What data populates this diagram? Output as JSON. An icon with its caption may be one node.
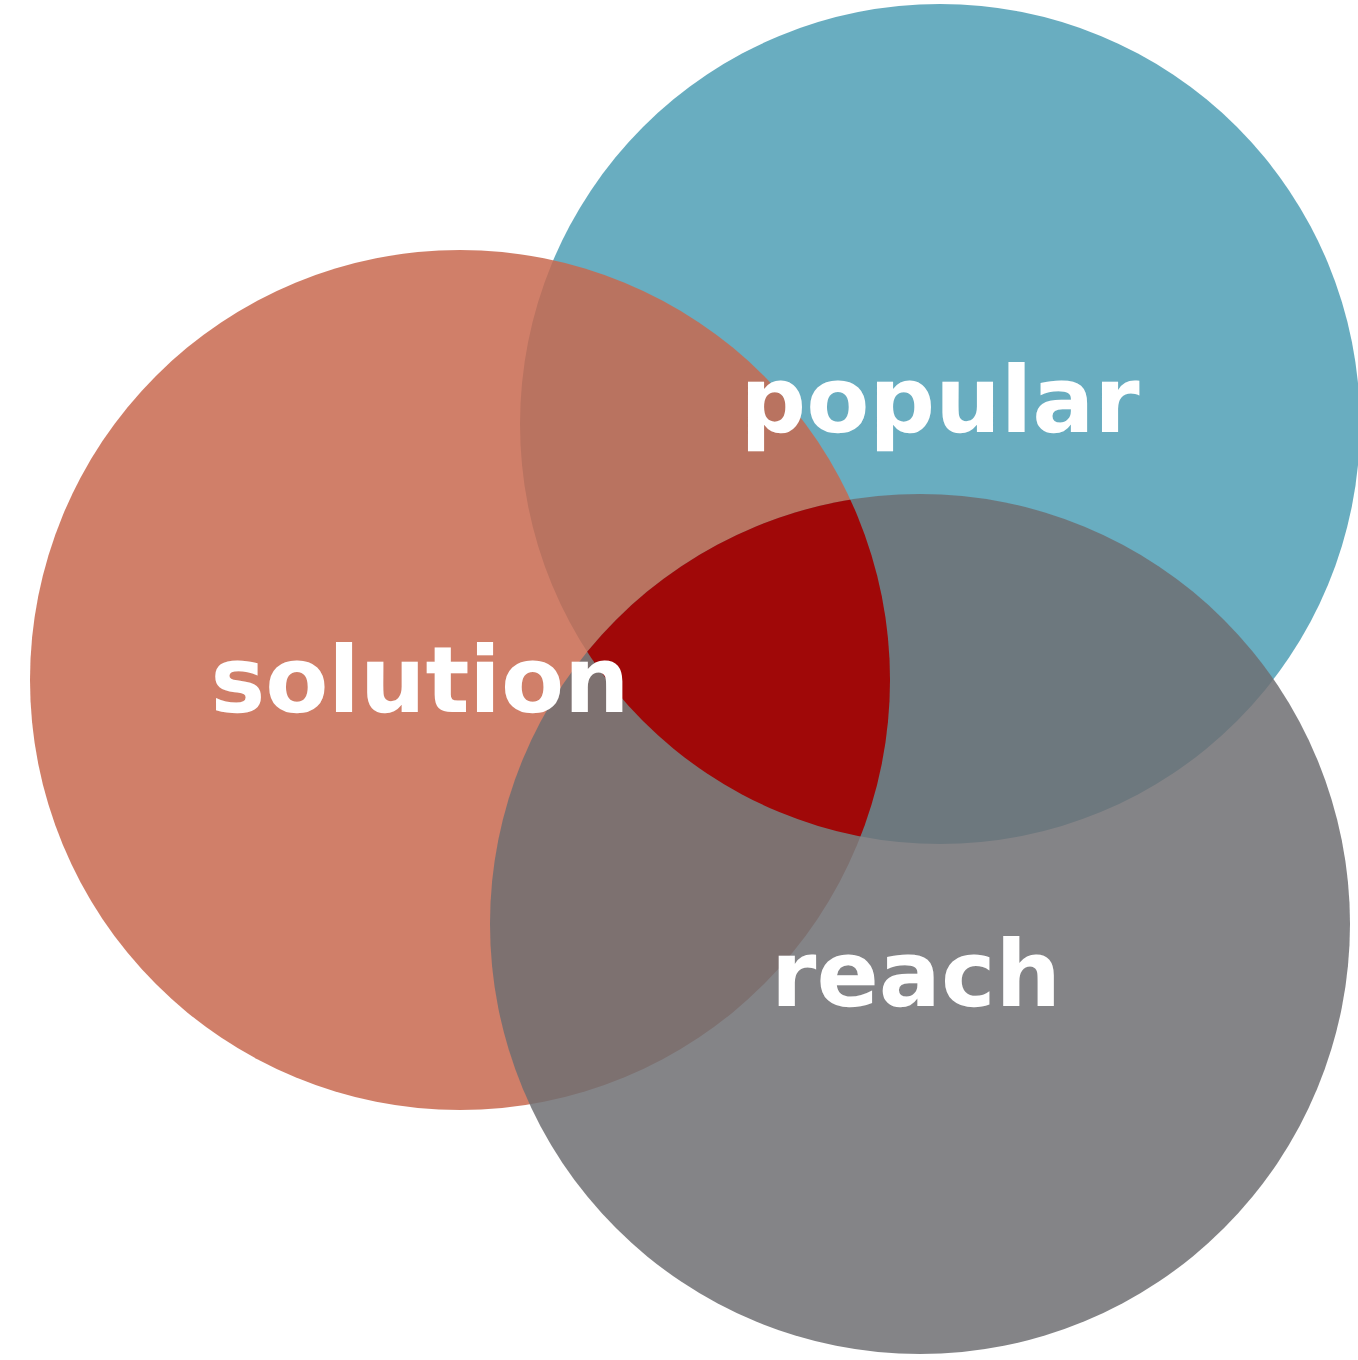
{
  "diagram": {
    "nodes": [
      {
        "text": [
          "popular"
        ]
      },
      {
        "text": [
          "solution"
        ]
      },
      {
        "text": [
          "reach"
        ]
      }
    ]
  }
}
